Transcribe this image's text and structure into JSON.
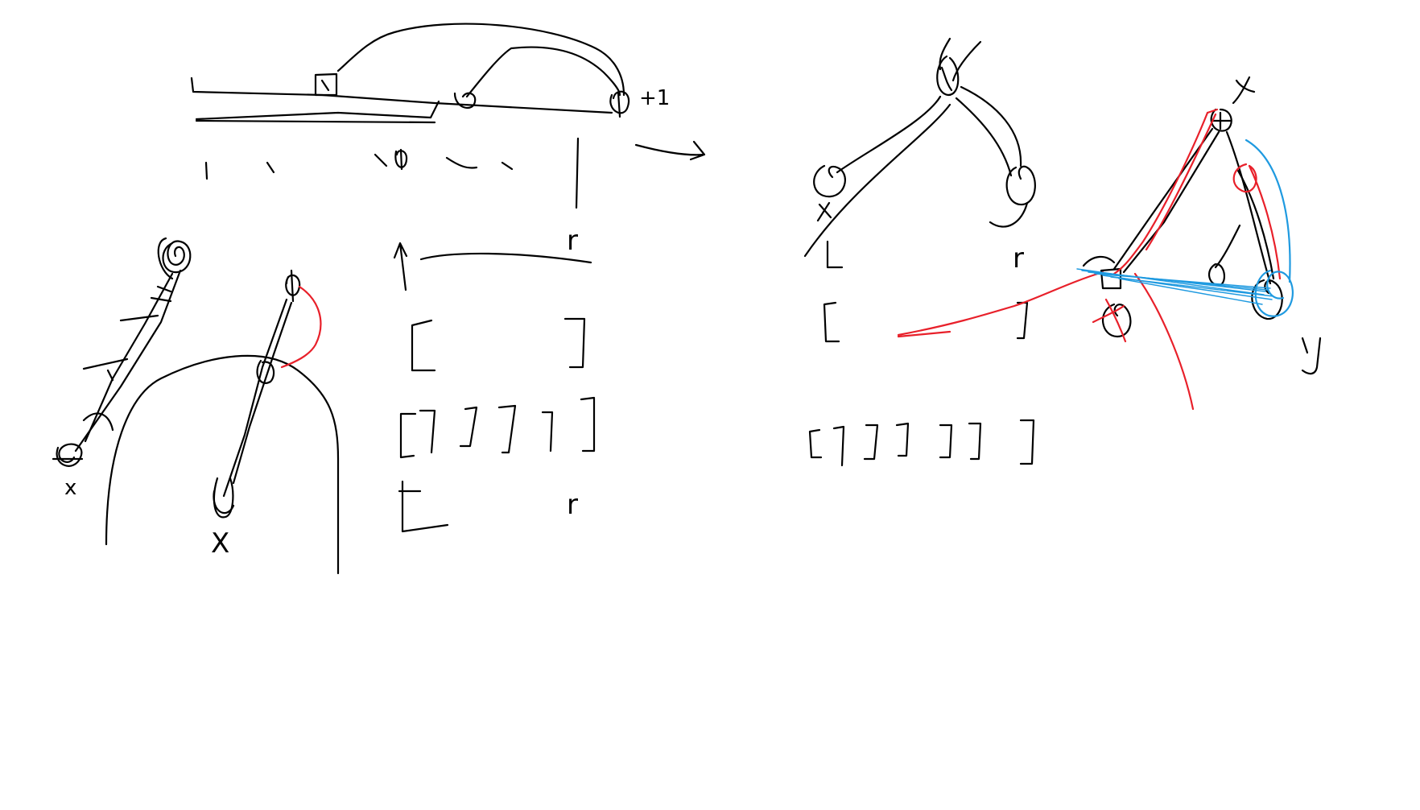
{
  "labels": {
    "top_plus_one": "+1",
    "top_r": "r",
    "mid_r": "r",
    "left_x1": "x",
    "left_x2": "X",
    "right_top_x": "X",
    "right_L": "L",
    "right_r": "r",
    "right_y": "y"
  },
  "colors": {
    "ink": "#000000",
    "red": "#e8202a",
    "blue": "#1f9ae0",
    "background": "#ffffff"
  }
}
